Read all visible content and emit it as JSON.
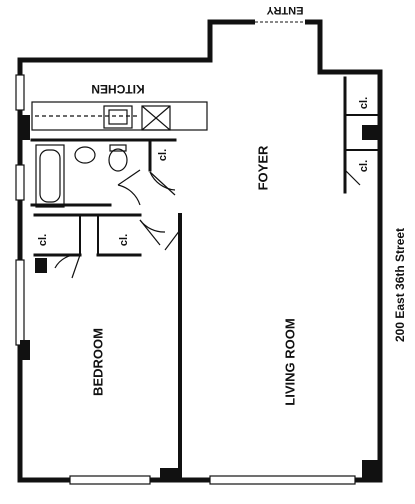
{
  "plan": {
    "rooms": {
      "entry": "ENTRY",
      "kitchen": "KITCHEN",
      "foyer": "FOYER",
      "bedroom": "BEDROOM",
      "living_room": "LIVING ROOM"
    },
    "closet_label": "cl.",
    "address": "200 East 36th Street"
  }
}
